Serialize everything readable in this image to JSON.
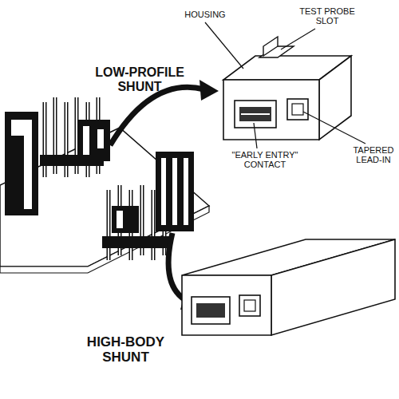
{
  "diagram": {
    "labels": [
      "HOUSING",
      "TEST PROBE SLOT",
      "LOW-PROFILE SHUNT",
      "TAPERED LEAD-IN",
      "\"EARLY ENTRY\" CONTACT",
      "HIGH-BODY SHUNT"
    ]
  }
}
